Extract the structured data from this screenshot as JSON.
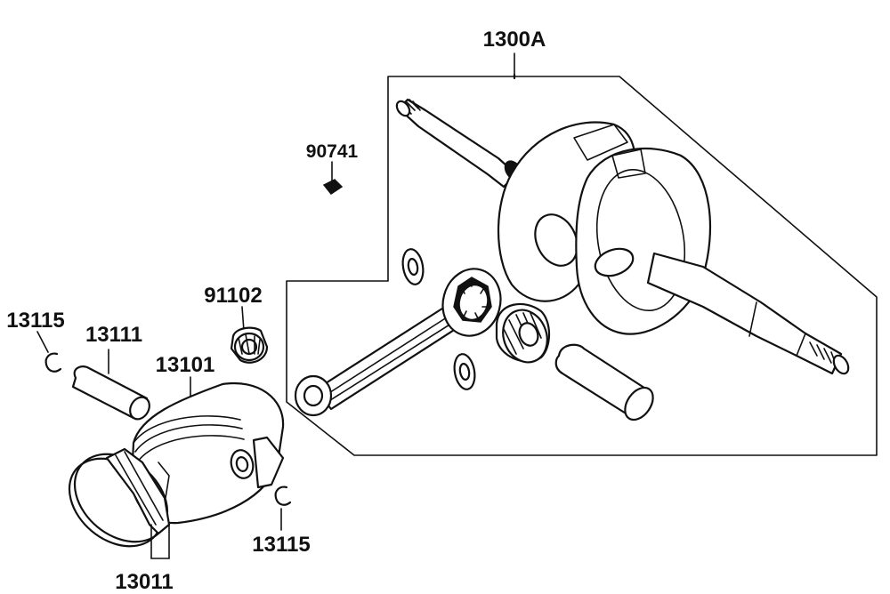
{
  "labels": {
    "crank_assy": "1300A",
    "key": "90741",
    "bearing_small": "91102",
    "clip_left": "13115",
    "pin": "13111",
    "piston": "13101",
    "clip_right": "13115",
    "rings": "13011"
  }
}
